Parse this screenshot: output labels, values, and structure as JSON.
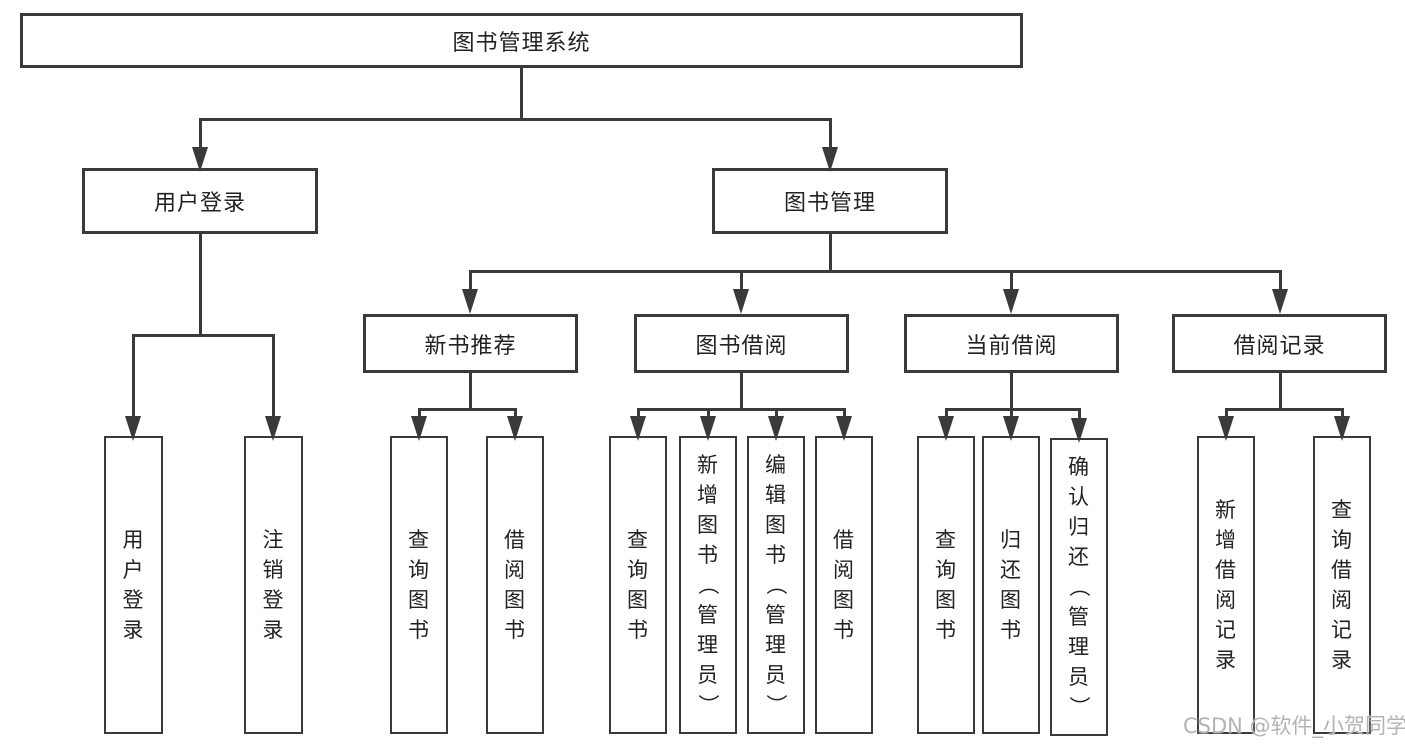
{
  "root": {
    "label": "图书管理系统"
  },
  "level2": {
    "user_login": {
      "label": "用户登录"
    },
    "book_mgmt": {
      "label": "图书管理"
    }
  },
  "level3": {
    "new_books": {
      "label": "新书推荐"
    },
    "book_borrow": {
      "label": "图书借阅"
    },
    "current_borrow": {
      "label": "当前借阅"
    },
    "borrow_records": {
      "label": "借阅记录"
    }
  },
  "leaves": {
    "user_login": {
      "label": "用户登录"
    },
    "logout": {
      "label": "注销登录"
    },
    "nb_query_books": {
      "label": "查询图书"
    },
    "nb_borrow_books": {
      "label": "借阅图书"
    },
    "bb_query_books": {
      "label": "查询图书"
    },
    "bb_add_books": {
      "label": "新增图书（管理员）"
    },
    "bb_edit_books": {
      "label": "编辑图书（管理员）"
    },
    "bb_borrow_books": {
      "label": "借阅图书"
    },
    "cb_query_books": {
      "label": "查询图书"
    },
    "cb_return_books": {
      "label": "归还图书"
    },
    "cb_confirm_return": {
      "label": "确认归还（管理员）"
    },
    "rec_add": {
      "label": "新增借阅记录"
    },
    "rec_query": {
      "label": "查询借阅记录"
    }
  },
  "watermark": {
    "text": "CSDN @软件_小贺同学"
  },
  "colors": {
    "line": "#3a3a3a",
    "text": "#222222",
    "watermark": "#b0b4b9",
    "background": "#ffffff"
  }
}
